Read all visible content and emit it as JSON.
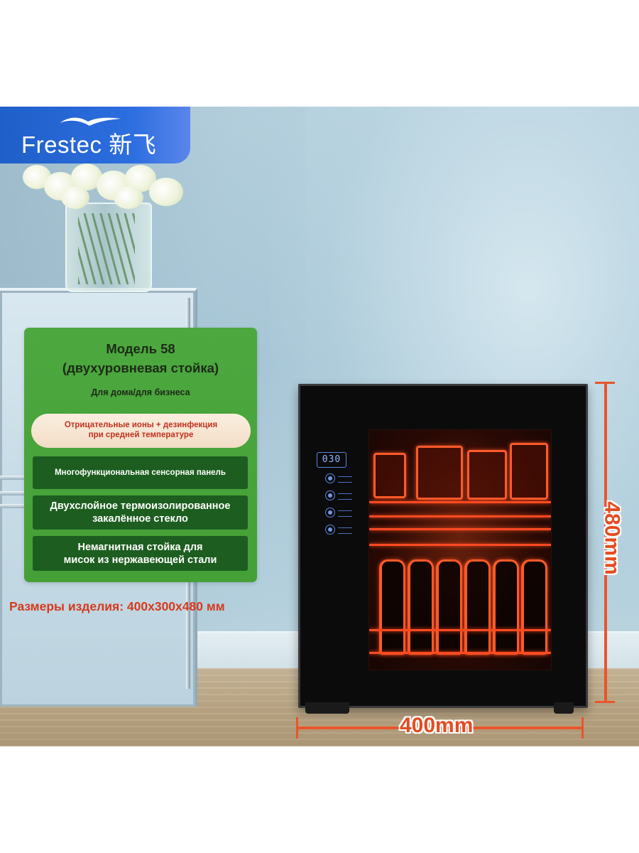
{
  "brand": {
    "name": "Frestec 新飞",
    "icon": "seagull-logo-icon",
    "color": "#2a68dc"
  },
  "info_card": {
    "title_line1": "Модель 58",
    "title_line2": "(двухуровневая стойка)",
    "subtitle": "Для дома/для бизнеса",
    "highlight_line1": "Отрицательные ионы + дезинфекция",
    "highlight_line2": "при средней температуре",
    "features": [
      {
        "line1": "Многофункциональная сенсорная панель",
        "line2": ""
      },
      {
        "line1": "Двухслойное термоизолированное",
        "line2": "закалённое стекло"
      },
      {
        "line1": "Немагнитная стойка для",
        "line2": "мисок из нержавеющей стали"
      }
    ],
    "card_color": "#48a43b",
    "feature_color": "#1d5e20"
  },
  "dimensions_text": "Размеры изделия: 400x300x480 мм",
  "product": {
    "display_value": "030",
    "buttons": [
      "power-button-icon",
      "mode-button-icon",
      "timer-button-icon",
      "function-button-icon"
    ]
  },
  "measure": {
    "width_label": "400mm",
    "height_label": "480mm",
    "color": "#e8552a"
  }
}
